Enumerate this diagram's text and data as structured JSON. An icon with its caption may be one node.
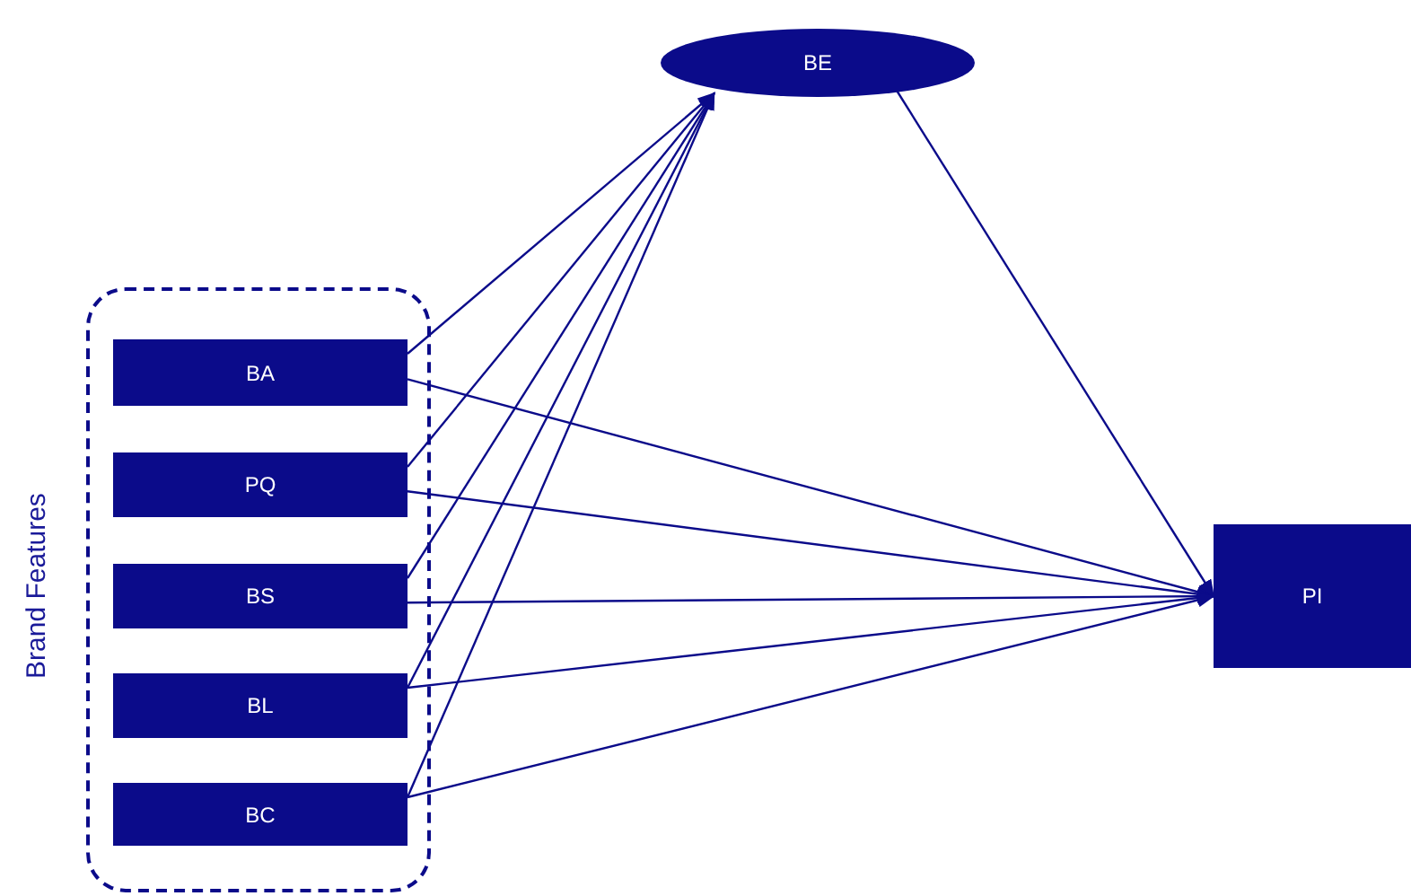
{
  "diagram": {
    "nodes": [
      {
        "text": [
          "BE"
        ]
      },
      {
        "text": [
          "Brand Features"
        ]
      },
      {
        "text": [
          "BA"
        ],
        "in": 1
      },
      {
        "text": [
          "PQ"
        ],
        "in": 1
      },
      {
        "text": [
          "BS"
        ],
        "in": 1
      },
      {
        "text": [
          "BL"
        ],
        "in": 1
      },
      {
        "text": [
          "BC"
        ],
        "in": 1
      },
      {
        "text": [
          "PI"
        ]
      }
    ],
    "edges": [
      {
        "from": 2,
        "to": 0,
        "arrow": "to"
      },
      {
        "from": 3,
        "to": 0,
        "arrow": "to"
      },
      {
        "from": 4,
        "to": 0,
        "arrow": "to"
      },
      {
        "from": 5,
        "to": 0,
        "arrow": "to"
      },
      {
        "from": 6,
        "to": 0,
        "arrow": "to"
      },
      {
        "from": 2,
        "to": 7,
        "arrow": "to"
      },
      {
        "from": 3,
        "to": 7,
        "arrow": "to"
      },
      {
        "from": 4,
        "to": 7,
        "arrow": "to"
      },
      {
        "from": 5,
        "to": 7,
        "arrow": "to"
      },
      {
        "from": 6,
        "to": 7,
        "arrow": "to"
      },
      {
        "from": 0,
        "to": 7,
        "arrow": "to"
      }
    ]
  }
}
